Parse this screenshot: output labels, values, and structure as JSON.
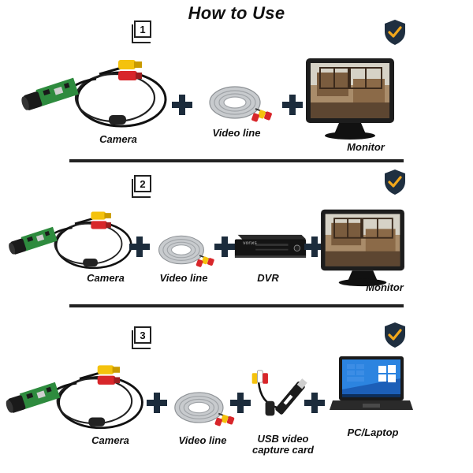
{
  "title": "How to Use",
  "steps": [
    {
      "number": "1",
      "labels": {
        "camera": "Camera",
        "video_line": "Video line",
        "monitor": "Monitor"
      }
    },
    {
      "number": "2",
      "labels": {
        "camera": "Camera",
        "video_line": "Video line",
        "dvr": "DVR",
        "monitor": "Monitor"
      },
      "dvr_brand": "vonxs"
    },
    {
      "number": "3",
      "labels": {
        "camera": "Camera",
        "video_line": "Video line",
        "capture_line1": "USB video",
        "capture_line2": "capture card",
        "pc": "PC/Laptop"
      }
    }
  ],
  "colors": {
    "shield": "#1f2f40",
    "check": "#f2a71b",
    "plus": "#1c2c3c",
    "pcb": "#2e8b3e",
    "rca_yellow": "#f4c20d",
    "rca_red": "#d8262a",
    "cable_gray": "#b8bcbf",
    "win_blue": "#1c5fb8"
  }
}
